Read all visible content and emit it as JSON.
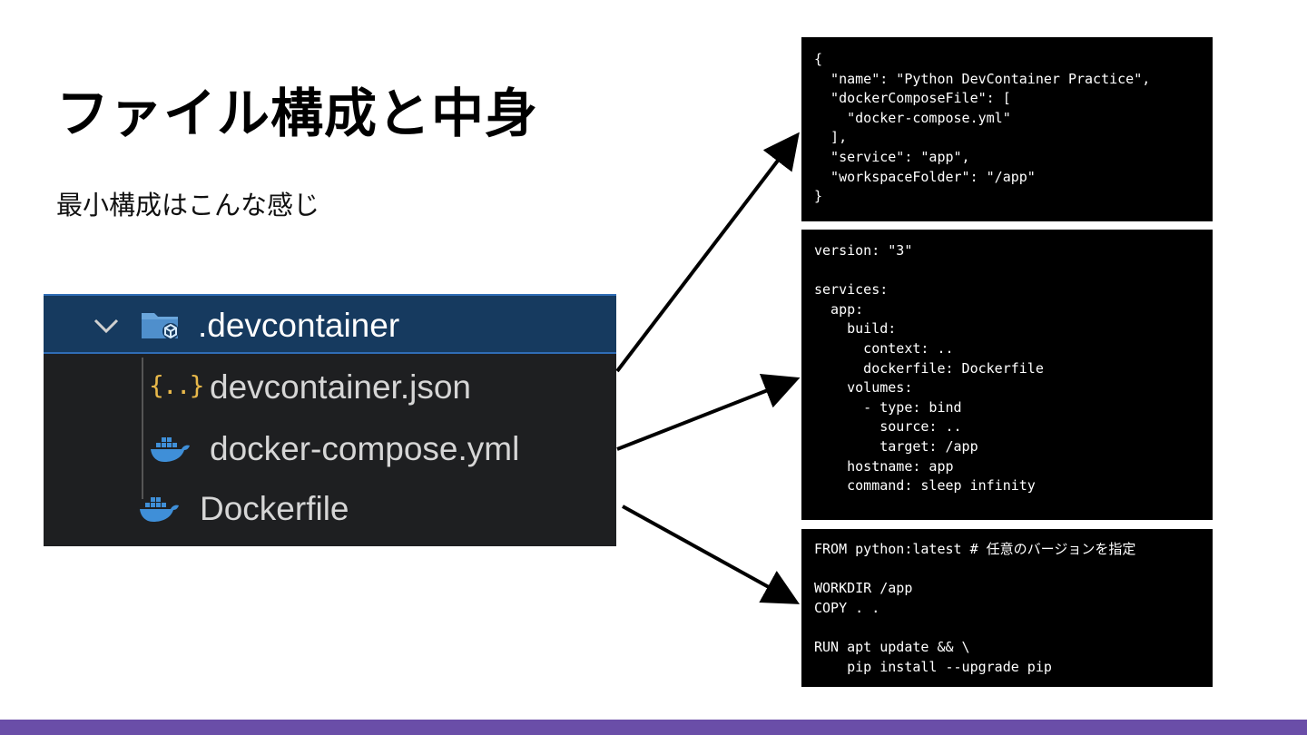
{
  "slide": {
    "title": "ファイル構成と中身",
    "subtitle": "最小構成はこんな感じ"
  },
  "explorer": {
    "folder": {
      "label": ".devcontainer",
      "icon": "folder-docker-icon",
      "expanded": true
    },
    "files": [
      {
        "label": "devcontainer.json",
        "icon": "json-braces-icon",
        "icon_text": "{..}"
      },
      {
        "label": "docker-compose.yml",
        "icon": "docker-whale-icon"
      },
      {
        "label": "Dockerfile",
        "icon": "docker-whale-icon"
      }
    ]
  },
  "code_blocks": {
    "devcontainer_json": "{\n  \"name\": \"Python DevContainer Practice\",\n  \"dockerComposeFile\": [\n    \"docker-compose.yml\"\n  ],\n  \"service\": \"app\",\n  \"workspaceFolder\": \"/app\"\n}",
    "docker_compose_yml": "version: \"3\"\n\nservices:\n  app:\n    build:\n      context: ..\n      dockerfile: Dockerfile\n    volumes:\n      - type: bind\n        source: ..\n        target: /app\n    hostname: app\n    command: sleep infinity",
    "dockerfile": "FROM python:latest # 任意のバージョンを指定\n\nWORKDIR /app\nCOPY . .\n\nRUN apt update && \\\n    pip install --upgrade pip"
  },
  "colors": {
    "bottom_bar": "#6a4ea8",
    "selected_row": "#163a5f",
    "docker_blue": "#3f8fd8",
    "json_yellow": "#e8b84a"
  }
}
